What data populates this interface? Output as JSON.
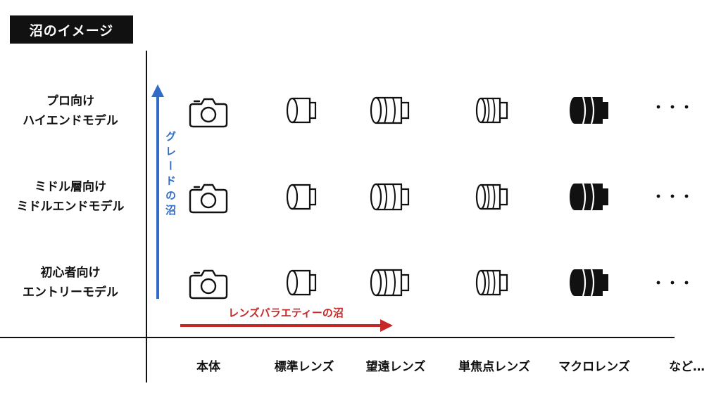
{
  "title": "沼のイメージ",
  "rows": [
    {
      "line1": "プロ向け",
      "line2": "ハイエンドモデル"
    },
    {
      "line1": "ミドル層向け",
      "line2": "ミドルエンドモデル"
    },
    {
      "line1": "初心者向け",
      "line2": "エントリーモデル"
    }
  ],
  "columns": [
    "本体",
    "標準レンズ",
    "望遠レンズ",
    "単焦点レンズ",
    "マクロレンズ",
    "など…"
  ],
  "vertical_arrow_label": "グレードの沼",
  "horizontal_arrow_label": "レンズバラエティーの沼",
  "colors": {
    "vertical_arrow": "#2f6bc7",
    "horizontal_arrow": "#c62828"
  },
  "icons": [
    "camera-icon",
    "standard-lens-icon",
    "telephoto-lens-icon",
    "prime-lens-icon",
    "macro-lens-icon",
    "ellipsis-icon"
  ]
}
